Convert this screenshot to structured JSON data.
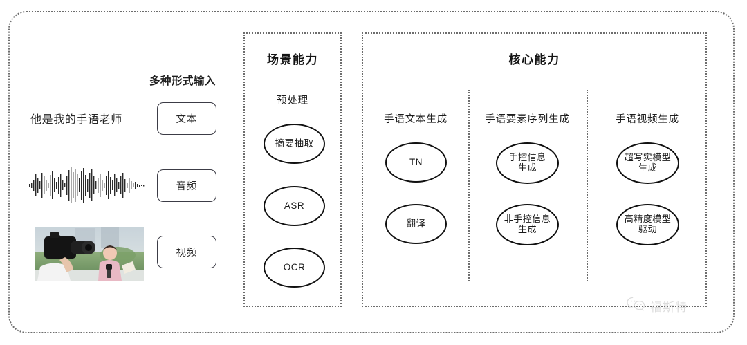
{
  "diagram": {
    "input_region": {
      "heading": "多种形式输入",
      "sample_text": "他是我的手语老师",
      "modalities": [
        {
          "label": "文本",
          "icon": "text-icon"
        },
        {
          "label": "音频",
          "icon": "waveform-icon"
        },
        {
          "label": "视频",
          "icon": "video-thumbnail-icon"
        }
      ]
    },
    "scene_panel": {
      "title": "场景能力",
      "subheading": "预处理",
      "nodes": [
        {
          "label": "摘要抽取"
        },
        {
          "label": "ASR"
        },
        {
          "label": "OCR"
        }
      ]
    },
    "core_panel": {
      "title": "核心能力",
      "columns": [
        {
          "heading": "手语文本生成",
          "nodes": [
            {
              "label": "TN"
            },
            {
              "label": "翻译"
            }
          ]
        },
        {
          "heading": "手语要素序列生成",
          "nodes": [
            {
              "label": "手控信息\n生成"
            },
            {
              "label": "非手控信息\n生成"
            }
          ]
        },
        {
          "heading": "手语视频生成",
          "nodes": [
            {
              "label": "超写实模型\n生成"
            },
            {
              "label": "高精度模型\n驱动"
            }
          ]
        }
      ]
    },
    "watermark": {
      "text": "福斯特",
      "icon": "wechat-icon"
    },
    "colors": {
      "border": "#6d6d6d",
      "node_stroke": "#101010",
      "text": "#1d1d1d",
      "background": "#ffffff"
    }
  }
}
